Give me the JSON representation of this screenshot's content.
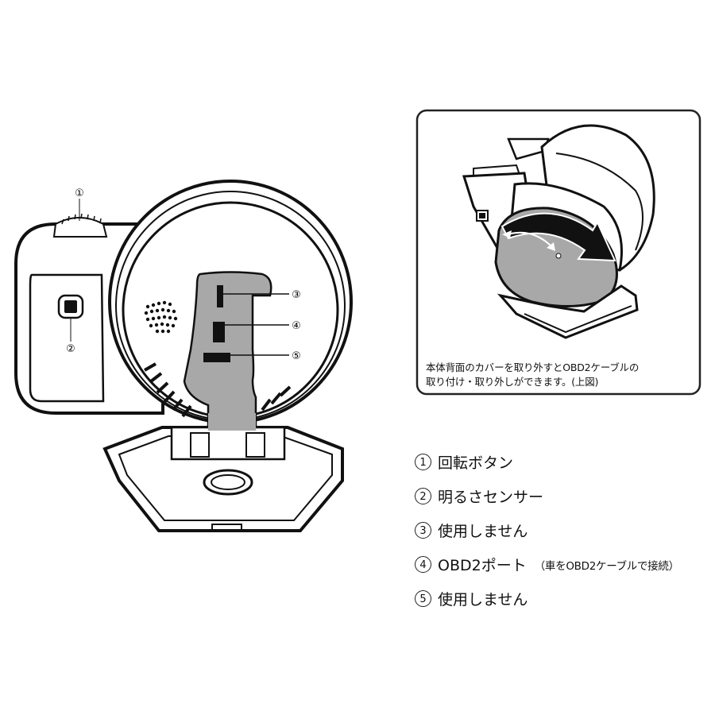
{
  "callouts": {
    "c1": "①",
    "c2": "②",
    "c3": "③",
    "c4": "④",
    "c5": "⑤"
  },
  "inset": {
    "caption_line1": "本体背面のカバーを取り外すとOBD2ケーブルの",
    "caption_line2": "取り付け・取り外しができます。(上図)"
  },
  "legend": [
    {
      "num": "1",
      "label": "回転ボタン",
      "note": ""
    },
    {
      "num": "2",
      "label": "明るさセンサー",
      "note": ""
    },
    {
      "num": "3",
      "label": "使用しません",
      "note": ""
    },
    {
      "num": "4",
      "label": "OBD2ポート",
      "note": "（車をOBD2ケーブルで接続）"
    },
    {
      "num": "5",
      "label": "使用しません",
      "note": ""
    }
  ],
  "colors": {
    "outline": "#111111",
    "panel_gray": "#a8a8a8",
    "inset_border": "#222222"
  }
}
